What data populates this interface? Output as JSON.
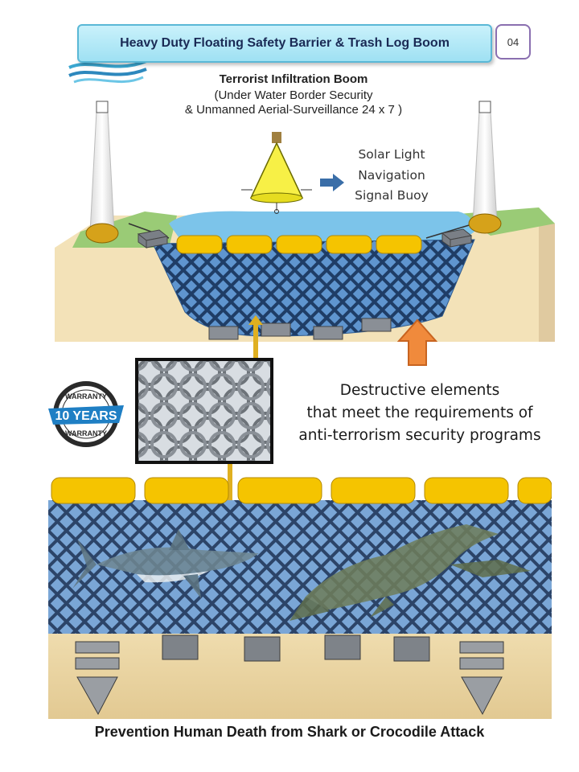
{
  "header": {
    "title": "Heavy Duty Floating Safety Barrier & Trash Log Boom",
    "page_number": "04"
  },
  "boom": {
    "title": "Terrorist Infiltration Boom",
    "subtitle_line1": "(Under Water Border Security",
    "subtitle_line2": "& Unmanned Aerial-Surveillance 24 x 7 )"
  },
  "buoy": {
    "label_line1": "Solar Light",
    "label_line2": "Navigation",
    "label_line3": "Signal Buoy"
  },
  "warranty": {
    "top_text": "WARRANTY",
    "main_text": "10 YEARS",
    "bottom_text": "WARRANTY"
  },
  "destructive": {
    "line1": "Destructive elements",
    "line2": "that meet the requirements of",
    "line3": "anti-terrorism security programs"
  },
  "caption": {
    "text": "Prevention Human Death from Shark or Crocodile Attack"
  },
  "colors": {
    "banner": "#a8e6f5",
    "boom_yellow": "#f5c400",
    "net_blue": "#5f8fc9",
    "sand": "#e8d6a8",
    "arrow_orange": "#f08a3c",
    "connector_gold": "#e0b020"
  }
}
